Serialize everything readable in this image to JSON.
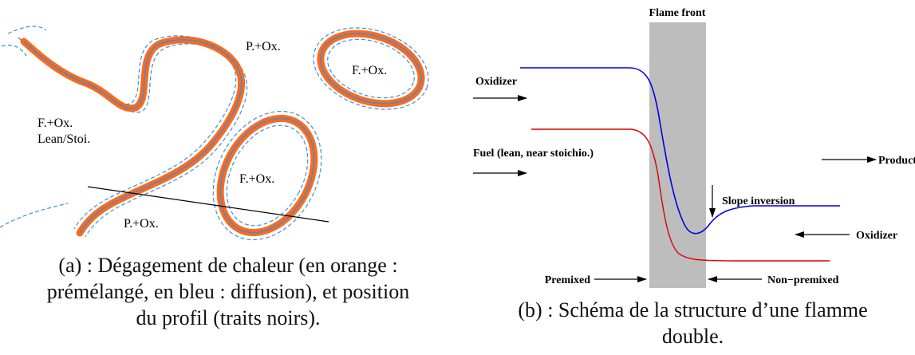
{
  "panel_a": {
    "region_labels": {
      "p_ox_top": "P.+Ox.",
      "f_ox_top_right": "F.+Ox.",
      "f_ox_left_line1": "F.+Ox.",
      "f_ox_left_line2": "Lean/Stoi.",
      "f_ox_middle": "F.+Ox.",
      "p_ox_bottom": "P.+Ox."
    },
    "caption_lines": [
      "(a) : Dégagement de chaleur (en orange :",
      "prémélangé, en bleu : diffusion), et position",
      "du profil (traits noirs)."
    ],
    "colors": {
      "premixed": "#ff5a00",
      "diffusion": "#3a8fe0",
      "profile": "#000000"
    }
  },
  "panel_b": {
    "flame_front_label": "Flame front",
    "oxidizer_in_label": "Oxidizer",
    "fuel_in_label": "Fuel (lean, near stoichio.)",
    "slope_inversion_label": "Slope inversion",
    "products_label": "Products",
    "oxidizer_out_label": "Oxidizer",
    "premixed_label": "Premixed",
    "non_premixed_label": "Non−premixed",
    "caption_lines": [
      "(b) : Schéma de la structure d’une flamme",
      "double."
    ],
    "colors": {
      "oxidizer_curve": "#0000dd",
      "fuel_curve": "#dd0000",
      "flame_band": "#bdbdbd"
    }
  }
}
